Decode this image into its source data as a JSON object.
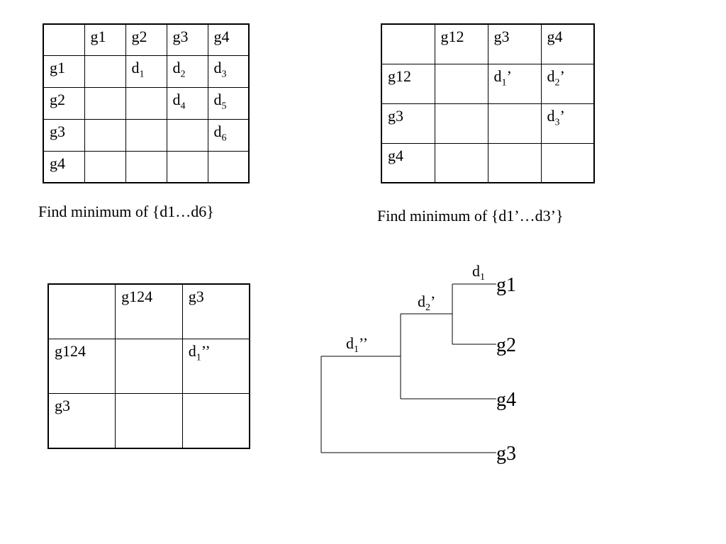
{
  "matrix1": {
    "rows": [
      [
        {
          "t": ""
        },
        {
          "t": "g1"
        },
        {
          "t": "g2"
        },
        {
          "t": "g3"
        },
        {
          "t": "g4"
        }
      ],
      [
        {
          "t": "g1"
        },
        {
          "t": ""
        },
        {
          "t": "d",
          "s": "1"
        },
        {
          "t": "d",
          "s": "2"
        },
        {
          "t": "d",
          "s": "3"
        }
      ],
      [
        {
          "t": "g2"
        },
        {
          "t": ""
        },
        {
          "t": ""
        },
        {
          "t": "d",
          "s": "4"
        },
        {
          "t": "d",
          "s": "5"
        }
      ],
      [
        {
          "t": "g3"
        },
        {
          "t": ""
        },
        {
          "t": ""
        },
        {
          "t": ""
        },
        {
          "t": "d",
          "s": "6"
        }
      ],
      [
        {
          "t": "g4"
        },
        {
          "t": ""
        },
        {
          "t": ""
        },
        {
          "t": ""
        },
        {
          "t": ""
        }
      ]
    ],
    "caption": "Find minimum of {d1…d6}"
  },
  "matrix2": {
    "rows": [
      [
        {
          "t": ""
        },
        {
          "t": "g12"
        },
        {
          "t": "g3"
        },
        {
          "t": "g4"
        }
      ],
      [
        {
          "t": "g12"
        },
        {
          "t": ""
        },
        {
          "t": "d",
          "s": "1",
          "a": "’"
        },
        {
          "t": "d",
          "s": "2",
          "a": "’"
        }
      ],
      [
        {
          "t": "g3"
        },
        {
          "t": ""
        },
        {
          "t": ""
        },
        {
          "t": "d",
          "s": "3",
          "a": "’"
        }
      ],
      [
        {
          "t": "g4"
        },
        {
          "t": ""
        },
        {
          "t": ""
        },
        {
          "t": ""
        }
      ]
    ],
    "caption": "Find minimum of {d1’…d3’}"
  },
  "matrix3": {
    "rows": [
      [
        {
          "t": ""
        },
        {
          "t": "g124"
        },
        {
          "t": "g3"
        }
      ],
      [
        {
          "t": "g124"
        },
        {
          "t": ""
        },
        {
          "t": "d",
          "s": "1",
          "a": "’’"
        }
      ],
      [
        {
          "t": "g3"
        },
        {
          "t": ""
        },
        {
          "t": ""
        }
      ]
    ]
  },
  "dendrogram": {
    "leaves": [
      "g1",
      "g2",
      "g4",
      "g3"
    ],
    "merges": [
      {
        "t": "d",
        "s": "1",
        "a": ""
      },
      {
        "t": "d",
        "s": "2",
        "a": "’"
      },
      {
        "t": "d",
        "s": "1",
        "a": "’’"
      }
    ]
  }
}
